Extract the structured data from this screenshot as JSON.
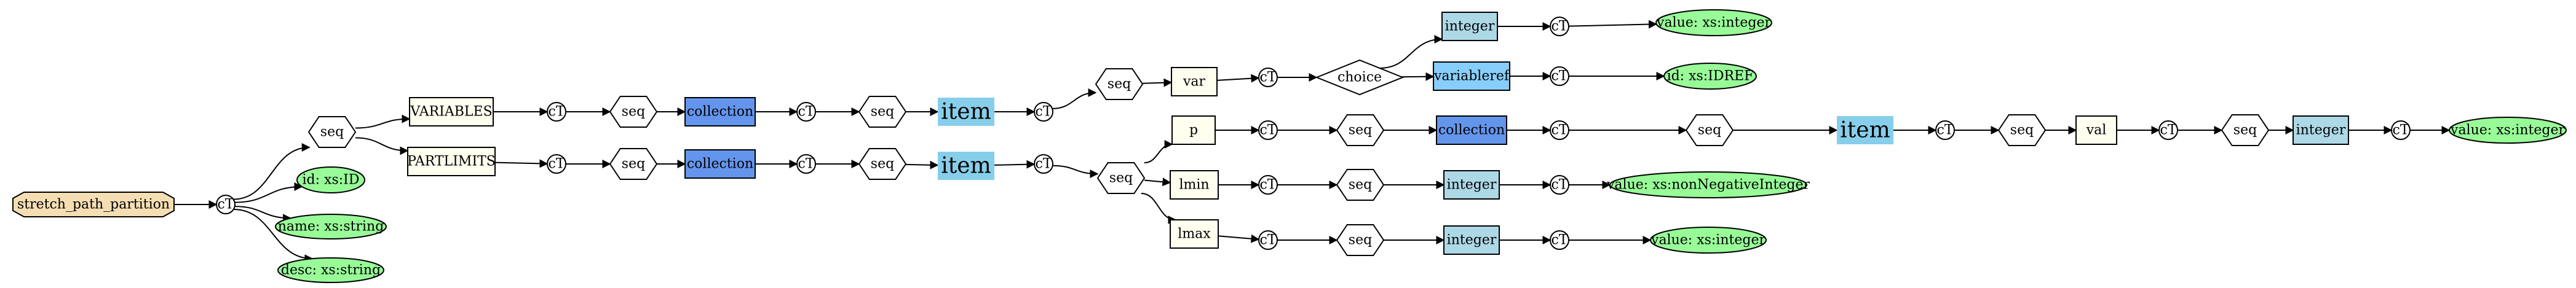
{
  "colors": {
    "root_fill": "#f5deb3",
    "attr_fill": "#98fb98",
    "element_fill": "#fffff0",
    "collection_fill": "#6495ed",
    "integer_fill": "#add8e6",
    "variableref_fill": "#87cefa",
    "item_fill": "#87ceeb",
    "plain_fill": "#ffffff"
  },
  "nodes": {
    "root": "stretch_path_partition",
    "ct0": "cT",
    "seq0": "seq",
    "id_attr": "id: xs:ID",
    "name_attr": "name: xs:string",
    "desc_attr": "desc: xs:string",
    "variables": "VARIABLES",
    "partlimits": "PARTLIMITS",
    "ct1": "cT",
    "seq1": "seq",
    "coll1": "collection",
    "ct2": "cT",
    "seq2": "seq",
    "item1": "item",
    "ct3": "cT",
    "seq3": "seq",
    "var": "var",
    "ct4": "cT",
    "choice": "choice",
    "integer1": "integer",
    "ct5": "cT",
    "val_int1": "value: xs:integer",
    "varref": "variableref",
    "ct6": "cT",
    "id_ref": "id: xs:IDREF",
    "ct7": "cT",
    "seq4": "seq",
    "coll2": "collection",
    "ct8": "cT",
    "seq5": "seq",
    "item2": "item",
    "ct9": "cT",
    "seq6": "seq",
    "p": "p",
    "ct10": "cT",
    "seq7": "seq",
    "coll3": "collection",
    "ct11": "cT",
    "seq8": "seq",
    "item3": "item",
    "ct12": "cT",
    "seq9": "seq",
    "val_el": "val",
    "ct13": "cT",
    "seq10": "seq",
    "integer2": "integer",
    "ct14": "cT",
    "val_int2": "value: xs:integer",
    "lmin": "lmin",
    "ct15": "cT",
    "seq11": "seq",
    "integer3": "integer",
    "ct16": "cT",
    "val_nonneg": "value: xs:nonNegativeInteger",
    "lmax": "lmax",
    "ct17": "cT",
    "seq12": "seq",
    "integer4": "integer",
    "ct18": "cT",
    "val_int3": "value: xs:integer"
  }
}
